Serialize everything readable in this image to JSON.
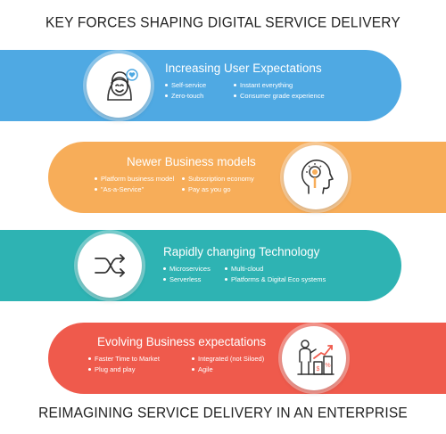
{
  "header": {
    "title": "KEY FORCES SHAPING DIGITAL SERVICE DELIVERY"
  },
  "footer": {
    "title": "REIMAGINING SERVICE DELIVERY IN AN ENTERPRISE"
  },
  "colors": {
    "blue": "#4fa9e3",
    "orange": "#f7ad59",
    "teal": "#2eb3b3",
    "red": "#ef5a4c",
    "icon_stroke": "#333333",
    "icon_accent_blue": "#4fa9e3",
    "icon_accent_orange": "#f7ad59",
    "icon_accent_red": "#ef5a4c"
  },
  "forces": [
    {
      "title": "Increasing User Expectations",
      "icon": "happy-user-heart-icon",
      "items": [
        "Self-service",
        "Instant everything",
        "Zero-touch",
        "Consumer grade experience"
      ]
    },
    {
      "title": "Newer Business models",
      "icon": "head-idea-bulb-icon",
      "items": [
        "Platform business model",
        "Subscription economy",
        "\"As-a-Service\"",
        "Pay as you go"
      ]
    },
    {
      "title": "Rapidly changing Technology",
      "icon": "shuffle-arrows-icon",
      "items": [
        "Microservices",
        "Multi-cloud",
        "Serverless",
        "Platforms & Digital Eco systems"
      ]
    },
    {
      "title": "Evolving Business expectations",
      "icon": "businessman-growth-chart-icon",
      "items": [
        "Faster Time to Market",
        "Integrated (not Siloed)",
        "Plug and play",
        "Agile"
      ]
    }
  ]
}
